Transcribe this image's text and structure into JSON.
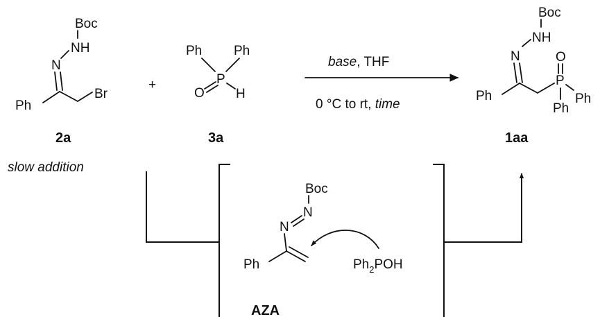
{
  "scheme": {
    "plus_sign": "+",
    "reactant_2a": {
      "atoms": {
        "boc": "Boc",
        "nh": "NH",
        "n": "N",
        "ph": "Ph",
        "br": "Br"
      },
      "label": "2a",
      "note": "slow addition"
    },
    "reactant_3a": {
      "atoms": {
        "ph_left": "Ph",
        "ph_right": "Ph",
        "o": "O",
        "p": "P",
        "h": "H"
      },
      "label": "3a"
    },
    "conditions": {
      "base": "base",
      "solvent": ", THF",
      "temp": "0 °C to rt, ",
      "time": "time"
    },
    "product_1aa": {
      "atoms": {
        "boc": "Boc",
        "n": "N",
        "nh": "NH",
        "o": "O",
        "p": "P",
        "ph": "Ph",
        "ph_p_right": "Ph",
        "ph_p_down": "Ph"
      },
      "label": "1aa"
    },
    "intermediate_aza": {
      "atoms": {
        "boc": "Boc",
        "n_top": "N",
        "n_bottom": "N",
        "ph": "Ph"
      },
      "label": "AZA"
    },
    "nucleophile": {
      "base": "Ph",
      "subscript": "2",
      "rest": "POH"
    }
  }
}
